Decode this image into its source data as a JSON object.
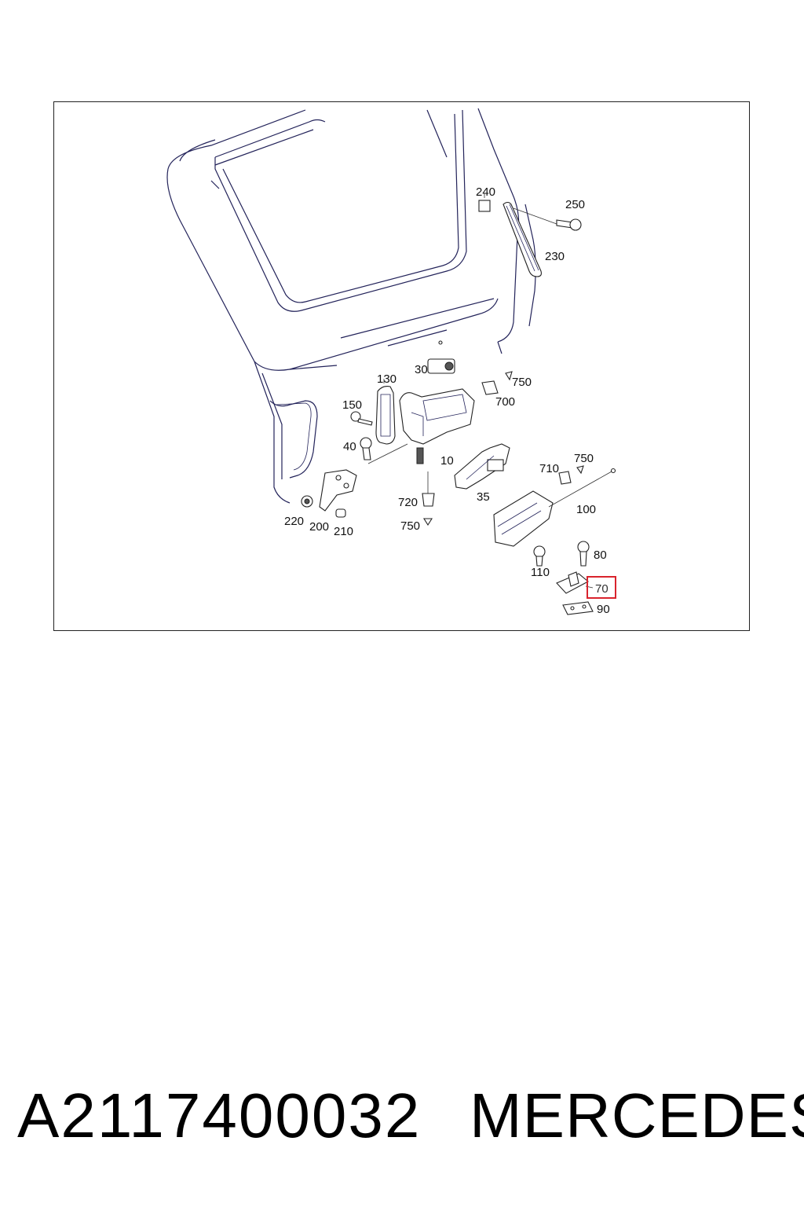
{
  "diagram": {
    "callouts": {
      "p240": "240",
      "p250": "250",
      "p230": "230",
      "p130": "130",
      "p30": "30",
      "p750a": "750",
      "p700": "700",
      "p150": "150",
      "p40": "40",
      "p10": "10",
      "p710": "710",
      "p750b": "750",
      "p35": "35",
      "p720": "720",
      "p750c": "750",
      "p100": "100",
      "p220": "220",
      "p200": "200",
      "p210": "210",
      "p80": "80",
      "p110": "110",
      "p70": "70",
      "p90": "90"
    },
    "highlighted_callout": "70",
    "highlight_color": "#d9232d"
  },
  "caption": {
    "part_number": "A2117400032",
    "brand": "MERCEDES"
  }
}
